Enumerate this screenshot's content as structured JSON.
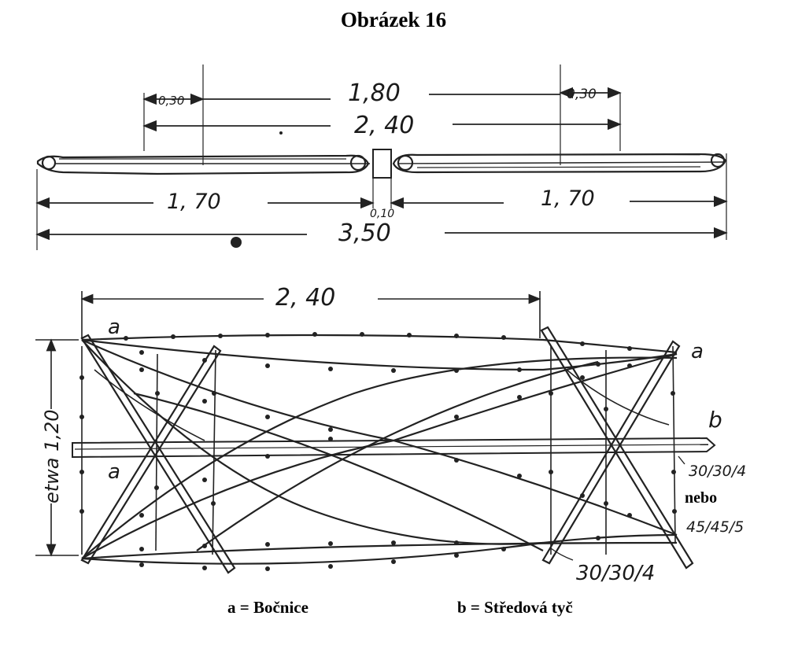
{
  "title": "Obrázek 16",
  "top_view": {
    "dims": {
      "d_030_left": "0,30",
      "d_180": "1,80",
      "d_030_right": "0,30",
      "d_240": "2, 40",
      "d_170_left": "1, 70",
      "d_010": "0,10",
      "d_170_right": "1, 70",
      "d_350": "3,50"
    }
  },
  "front_view": {
    "labels": {
      "width": "2, 40",
      "height": "etwa 1,20",
      "a_top_left": "a",
      "a_mid_left": "a",
      "a_top_right": "a",
      "b_right": "b",
      "profile_1": "30/30/4",
      "profile_2": "45/45/5",
      "profile_3": "30/30/4"
    }
  },
  "nebo": "nebo",
  "legend": {
    "a": "a = Bočnice",
    "b": "b = Středová tyč"
  }
}
